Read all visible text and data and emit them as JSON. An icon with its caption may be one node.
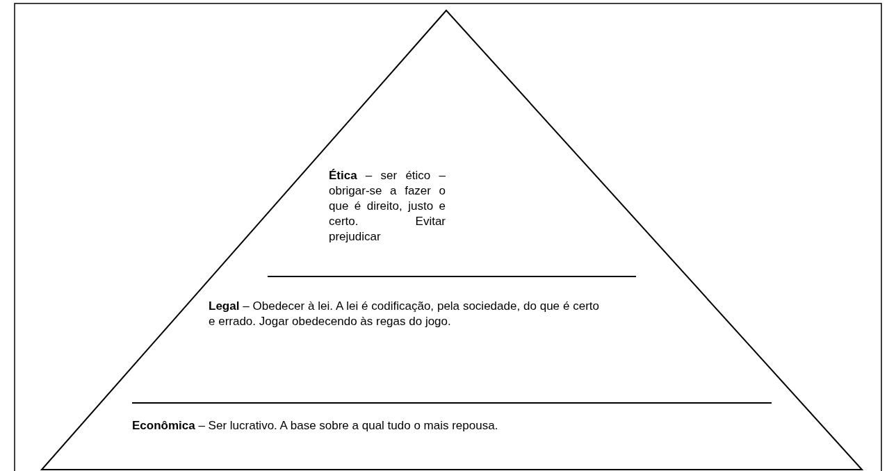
{
  "diagram": {
    "nodes": [
      {
        "text": [
          "**Ética** – ser ético – obrigar-se a fazer o que é direito, justo e certo. Evitar prejudicar"
        ]
      },
      {
        "text": [
          "**Legal** – Obedecer à lei. A lei é codificação, pela sociedade, do que é certo e errado. Jogar obedecendo às regas do jogo."
        ]
      },
      {
        "text": [
          "**Econômica** – Ser lucrativo. A base sobre a qual tudo o mais repousa."
        ]
      }
    ]
  }
}
